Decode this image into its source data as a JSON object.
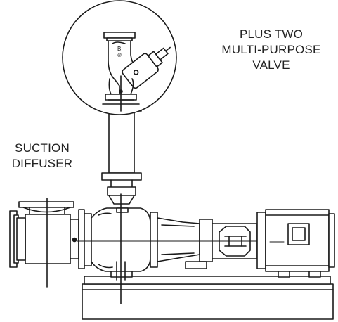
{
  "labels": {
    "valve": [
      "PLUS TWO",
      "MULTI-PURPOSE",
      "VALVE"
    ],
    "suction": [
      "SUCTION",
      "DIFFUSER"
    ]
  },
  "colors": {
    "line": "#1a1a1a",
    "background": "#ffffff"
  }
}
